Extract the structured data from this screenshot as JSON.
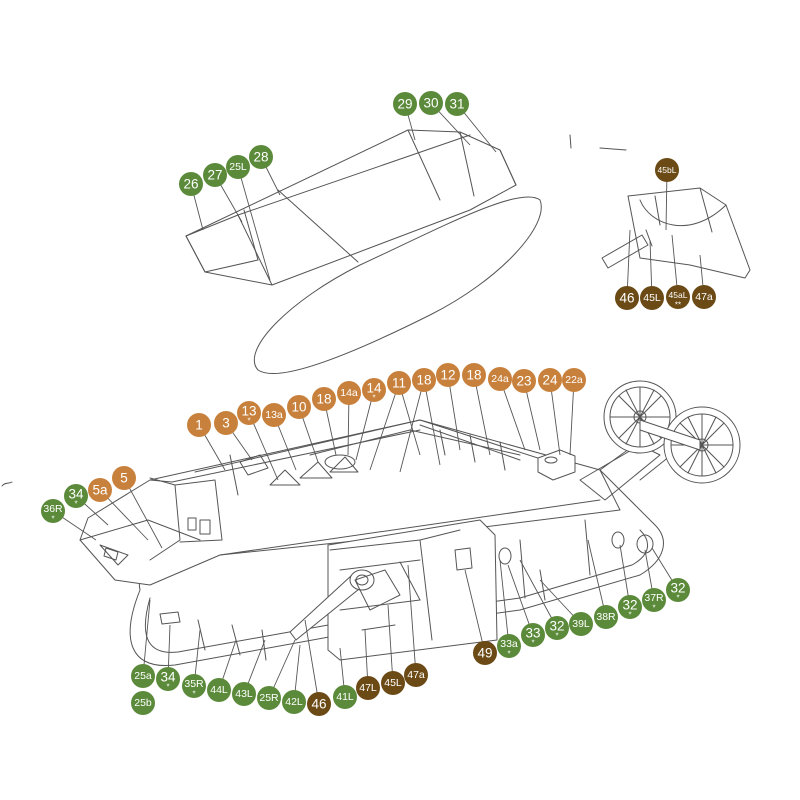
{
  "colors": {
    "green": "#5b8a3a",
    "orange": "#c8813c",
    "brown": "#6b4a15"
  },
  "labels": [
    {
      "text": "26",
      "color": "green"
    },
    {
      "text": "27",
      "color": "green"
    },
    {
      "text": "25L",
      "color": "green"
    },
    {
      "text": "28",
      "color": "green"
    },
    {
      "text": "29",
      "color": "green"
    },
    {
      "text": "30",
      "color": "green"
    },
    {
      "text": "31",
      "color": "green"
    },
    {
      "text": "45bL",
      "color": "brown"
    },
    {
      "text": "46",
      "color": "brown"
    },
    {
      "text": "45L",
      "color": "brown"
    },
    {
      "text": "45aL",
      "color": "brown",
      "mark": "**"
    },
    {
      "text": "47a",
      "color": "brown"
    },
    {
      "text": "1",
      "color": "orange"
    },
    {
      "text": "3",
      "color": "orange"
    },
    {
      "text": "13",
      "color": "orange",
      "mark": "*"
    },
    {
      "text": "13a",
      "color": "orange"
    },
    {
      "text": "10",
      "color": "orange"
    },
    {
      "text": "18",
      "color": "orange"
    },
    {
      "text": "14a",
      "color": "orange"
    },
    {
      "text": "14",
      "color": "orange",
      "mark": "*"
    },
    {
      "text": "11",
      "color": "orange"
    },
    {
      "text": "18",
      "color": "orange"
    },
    {
      "text": "12",
      "color": "orange"
    },
    {
      "text": "18",
      "color": "orange"
    },
    {
      "text": "24a",
      "color": "orange"
    },
    {
      "text": "23",
      "color": "orange"
    },
    {
      "text": "24",
      "color": "orange"
    },
    {
      "text": "22a",
      "color": "orange"
    },
    {
      "text": "5a",
      "color": "orange"
    },
    {
      "text": "5",
      "color": "orange"
    },
    {
      "text": "34",
      "color": "green",
      "mark": "*"
    },
    {
      "text": "36R",
      "color": "green",
      "mark": "*"
    },
    {
      "text": "25a",
      "color": "green"
    },
    {
      "text": "25b",
      "color": "green"
    },
    {
      "text": "34",
      "color": "green",
      "mark": "*"
    },
    {
      "text": "35R",
      "color": "green",
      "mark": "*"
    },
    {
      "text": "44L",
      "color": "green"
    },
    {
      "text": "43L",
      "color": "green"
    },
    {
      "text": "25R",
      "color": "green"
    },
    {
      "text": "42L",
      "color": "green"
    },
    {
      "text": "46",
      "color": "brown"
    },
    {
      "text": "41L",
      "color": "green"
    },
    {
      "text": "47L",
      "color": "brown"
    },
    {
      "text": "45L",
      "color": "brown"
    },
    {
      "text": "47a",
      "color": "brown"
    },
    {
      "text": "49",
      "color": "brown"
    },
    {
      "text": "33a",
      "color": "green",
      "mark": "*"
    },
    {
      "text": "33",
      "color": "green",
      "mark": "*"
    },
    {
      "text": "32",
      "color": "green",
      "mark": "*"
    },
    {
      "text": "39L",
      "color": "green"
    },
    {
      "text": "38R",
      "color": "green"
    },
    {
      "text": "32",
      "color": "green",
      "mark": "*"
    },
    {
      "text": "37R",
      "color": "green",
      "mark": "*"
    },
    {
      "text": "32",
      "color": "green",
      "mark": "*"
    }
  ]
}
